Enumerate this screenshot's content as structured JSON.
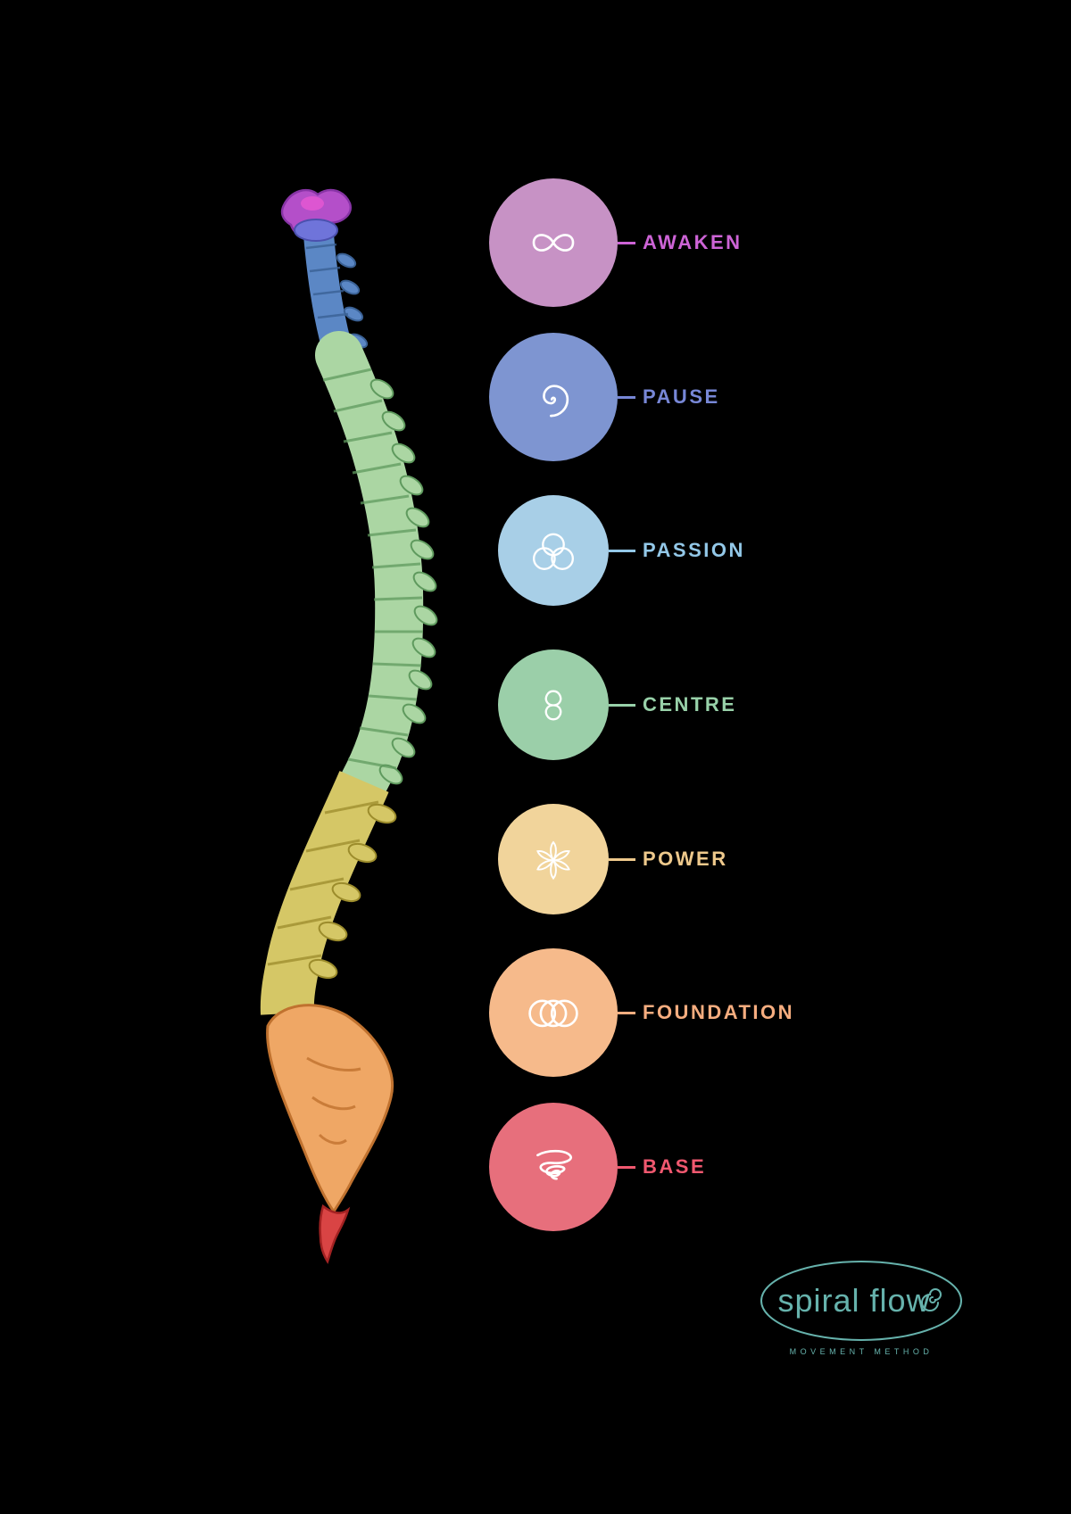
{
  "page": {
    "background": "#000000"
  },
  "chakras": [
    {
      "label": "AWAKEN",
      "circle_color": "#c792c5",
      "label_color": "#cd64d6",
      "icon": "infinity-icon"
    },
    {
      "label": "PAUSE",
      "circle_color": "#7e95d1",
      "label_color": "#7787d6",
      "icon": "spiral-icon"
    },
    {
      "label": "PASSION",
      "circle_color": "#a8cfe7",
      "label_color": "#93c8e8",
      "icon": "triquetra-icon"
    },
    {
      "label": "CENTRE",
      "circle_color": "#9bcfa9",
      "label_color": "#98d1a9",
      "icon": "figure-eight-icon"
    },
    {
      "label": "POWER",
      "circle_color": "#f1d49b",
      "label_color": "#eec98c",
      "icon": "flower-icon"
    },
    {
      "label": "FOUNDATION",
      "circle_color": "#f6ba8b",
      "label_color": "#f6ad7f",
      "icon": "overlapping-circles-icon"
    },
    {
      "label": "BASE",
      "circle_color": "#e76f7c",
      "label_color": "#f0586f",
      "icon": "tornado-icon"
    }
  ],
  "spine": {
    "colors": {
      "crown": "#b44fc9",
      "crown_dark": "#8834a6",
      "crown_accent": "#e156d2",
      "axis": "#6f74da",
      "axis_dark": "#4b50ae",
      "cervical": "#5b87c5",
      "cervical_dark": "#3a6195",
      "thoracic": "#abd6a3",
      "thoracic_dark": "#5f9a5e",
      "lumbar": "#d5c766",
      "lumbar_dark": "#9c8c2c",
      "sacrum": "#efa765",
      "sacrum_dark": "#c0722f",
      "coccyx": "#d94444",
      "coccyx_dark": "#a32222"
    }
  },
  "logo": {
    "title": "spiral flow",
    "subtitle": "MOVEMENT METHOD",
    "color": "#66b2ac"
  }
}
